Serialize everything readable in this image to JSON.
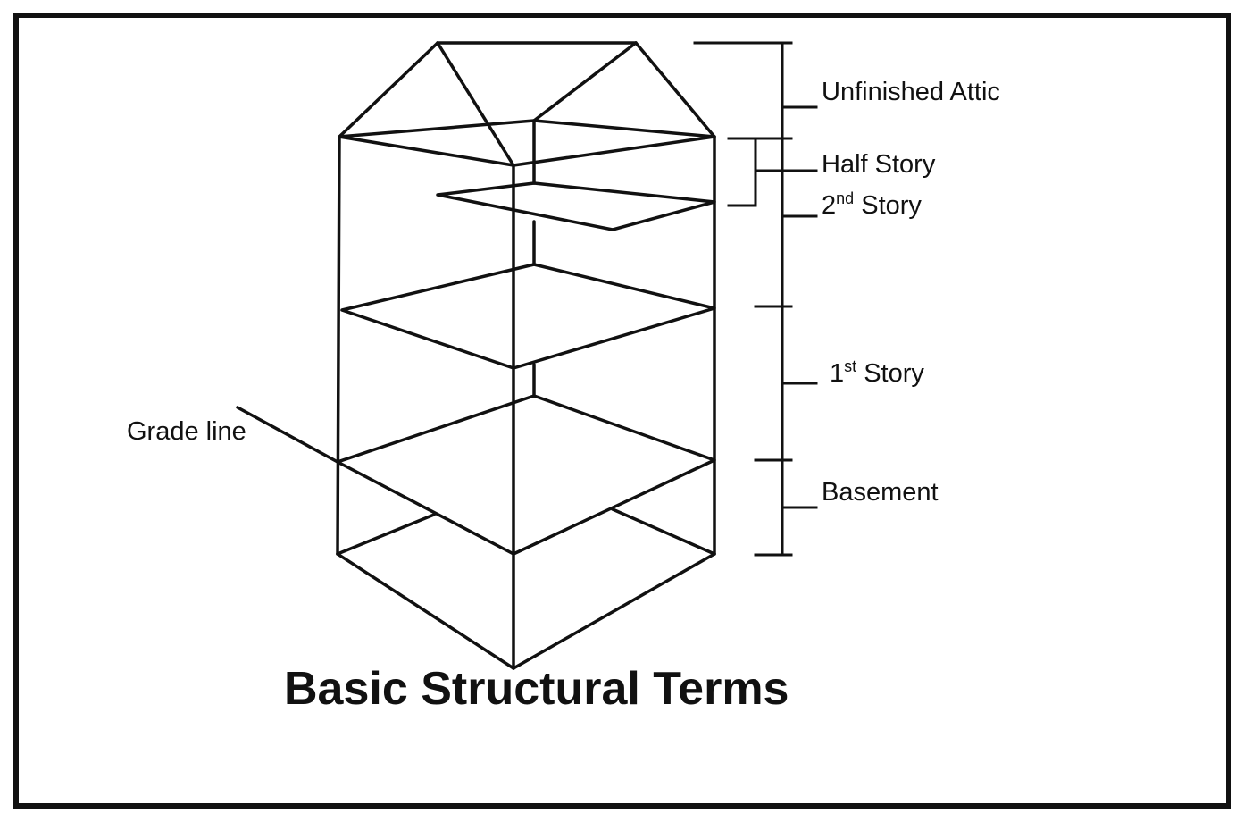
{
  "title": "Basic Structural Terms",
  "labels": {
    "unfinished_attic": "Unfinished Attic",
    "half_story": "Half Story",
    "second_story_num": "2",
    "second_story_sup": "nd",
    "second_story_word": " Story",
    "first_story_num": "1",
    "first_story_sup": "st",
    "first_story_word": " Story",
    "basement": "Basement",
    "grade_line": "Grade line"
  },
  "colors": {
    "line": "#111111",
    "background": "#ffffff"
  }
}
